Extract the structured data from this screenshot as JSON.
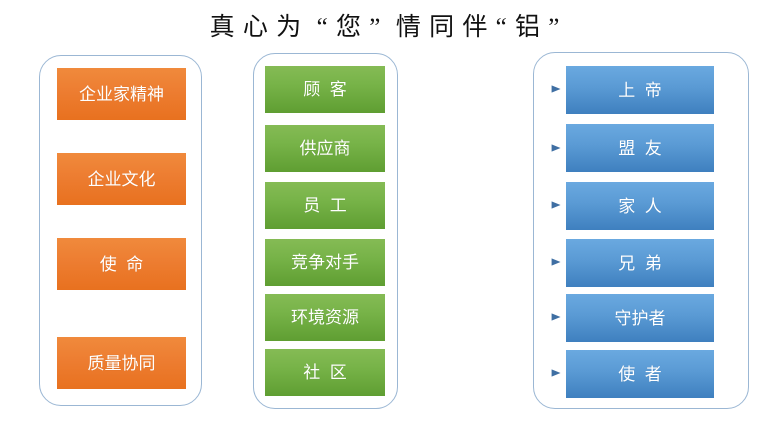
{
  "title": {
    "text": "真 心 为  “ 您 ”  情 同 伴 “ 铝 ”"
  },
  "colors": {
    "orange": "#ed7d31",
    "green": "#70ad47",
    "blue": "#5b9bd5",
    "panel_border": "#9bb7d4",
    "connector": "#4372a5",
    "title_text": "#111111",
    "node_text": "#ffffff"
  },
  "columns": {
    "left": {
      "name": "company-values",
      "nodes": [
        {
          "label": "企业家精神"
        },
        {
          "label": "企业文化"
        },
        {
          "label": "使  命"
        },
        {
          "label": "质量协同"
        }
      ]
    },
    "middle": {
      "name": "stakeholders",
      "nodes": [
        {
          "label": "顾  客"
        },
        {
          "label": "供应商"
        },
        {
          "label": "员  工"
        },
        {
          "label": "竞争对手"
        },
        {
          "label": "环境资源"
        },
        {
          "label": "社  区"
        }
      ]
    },
    "right": {
      "name": "relationship-roles",
      "nodes": [
        {
          "label": "上  帝"
        },
        {
          "label": "盟  友"
        },
        {
          "label": "家  人"
        },
        {
          "label": "兄  弟"
        },
        {
          "label": "守护者"
        },
        {
          "label": "使  者"
        }
      ]
    }
  },
  "connections": [
    {
      "from": "顾  客",
      "to": "上  帝"
    },
    {
      "from": "供应商",
      "to": "盟  友"
    },
    {
      "from": "员  工",
      "to": "家  人"
    },
    {
      "from": "竞争对手",
      "to": "兄  弟"
    },
    {
      "from": "环境资源",
      "to": "守护者"
    },
    {
      "from": "社  区",
      "to": "使  者"
    }
  ]
}
